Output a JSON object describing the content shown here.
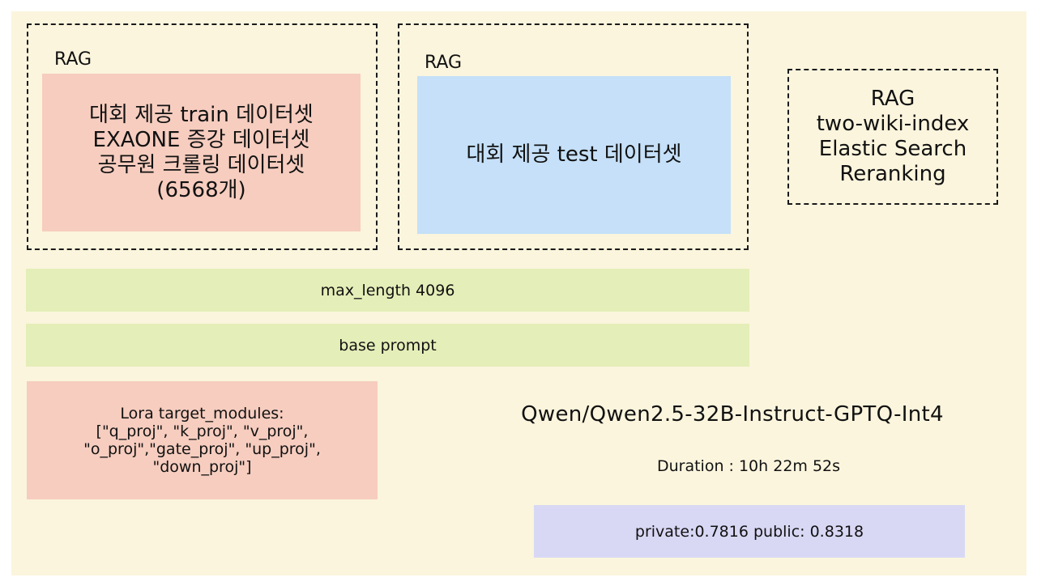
{
  "train_block": {
    "label": "RAG",
    "lines": [
      "대회 제공 train 데이터셋",
      "EXAONE 증강 데이터셋",
      "공무원 크롤링 데이터셋",
      "(6568개)"
    ],
    "fill": "#f6cdbf"
  },
  "test_block": {
    "label": "RAG",
    "text": "대회 제공 test 데이터셋",
    "fill": "#c5e0f8"
  },
  "rag_block": {
    "lines": [
      "RAG",
      "two-wiki-index",
      "Elastic Search",
      "Reranking"
    ]
  },
  "max_length_bar": {
    "text": "max_length 4096",
    "fill": "#e4eeb8"
  },
  "base_prompt_bar": {
    "text": "base prompt",
    "fill": "#e4eeb8"
  },
  "lora_block": {
    "lines": [
      "Lora target_modules:",
      "[\"q_proj\", \"k_proj\", \"v_proj\",",
      "\"o_proj\",\"gate_proj\", \"up_proj\",",
      "\"down_proj\"]"
    ],
    "fill": "#f6cdbf"
  },
  "model": {
    "name": "Qwen/Qwen2.5-32B-Instruct-GPTQ-Int4",
    "duration": "Duration : 10h 22m 52s"
  },
  "score_box": {
    "text": "private:0.7816 public: 0.8318",
    "fill": "#d8d8f5"
  },
  "colors": {
    "background": "#fbf5dd",
    "border": "#1a1a1a"
  }
}
